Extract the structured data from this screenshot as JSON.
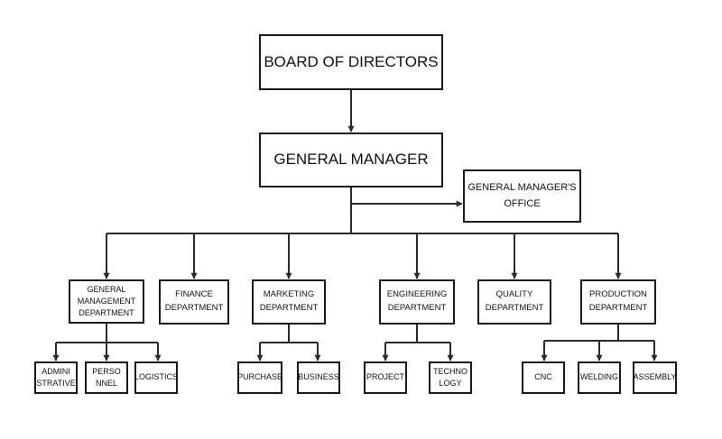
{
  "nodes": {
    "board": {
      "label": "BOARD OF DIRECTORS"
    },
    "gm": {
      "label": "GENERAL MANAGER"
    },
    "gm_office": {
      "line1": "GENERAL MANAGER'S",
      "line2": "OFFICE"
    },
    "gm_dept": {
      "line1": "GENERAL",
      "line2": "MANAGEMENT",
      "line3": "DEPARTMENT"
    },
    "finance": {
      "label": "FINANCE DEPARTMENT"
    },
    "marketing": {
      "line1": "MARKETING",
      "line2": "DEPARTMENT"
    },
    "engineering": {
      "line1": "ENGINEERING",
      "line2": "DEPARTMENT"
    },
    "quality": {
      "line1": "QUALITY",
      "line2": "DEPARTMENT"
    },
    "production": {
      "line1": "PRODUCTION",
      "line2": "DEPARTMENT"
    },
    "administrative": {
      "line1": "ADMINI",
      "line2": "STRATIVE"
    },
    "personnel": {
      "line1": "PERSO",
      "line2": "NNEL"
    },
    "logistics": {
      "label": "LOGISTICS"
    },
    "purchase": {
      "label": "PURCHASE"
    },
    "business": {
      "label": "BUSINESS"
    },
    "project": {
      "label": "PROJECT"
    },
    "technology": {
      "line1": "TECHNO",
      "line2": "LOGY"
    },
    "cnc": {
      "label": "CNC"
    },
    "welding": {
      "label": "WELDING"
    },
    "assembly": {
      "label": "ASSEMBLY"
    }
  },
  "colors": {
    "line": "#2a2a2a",
    "border": "#1a1a1a",
    "background": "#ffffff"
  }
}
